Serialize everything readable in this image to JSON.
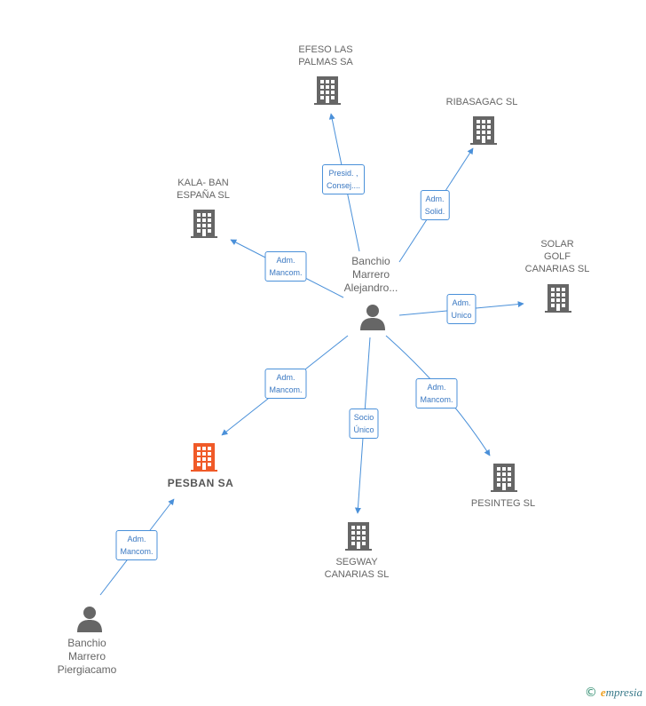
{
  "nodes": {
    "efeso": {
      "lines": [
        "EFESO LAS",
        "PALMAS SA"
      ],
      "type": "company"
    },
    "ribasagac": {
      "lines": [
        "RIBASAGAC SL"
      ],
      "type": "company"
    },
    "kalaban": {
      "lines": [
        "KALA- BAN",
        "ESPAÑA  SL"
      ],
      "type": "company"
    },
    "solar": {
      "lines": [
        "SOLAR",
        "GOLF",
        "CANARIAS  SL"
      ],
      "type": "company"
    },
    "pesban": {
      "lines": [
        "PESBAN SA"
      ],
      "type": "company-main"
    },
    "pesinteg": {
      "lines": [
        "PESINTEG SL"
      ],
      "type": "company"
    },
    "segway": {
      "lines": [
        "SEGWAY",
        "CANARIAS SL"
      ],
      "type": "company"
    },
    "alejandro": {
      "lines": [
        "Banchio",
        "Marrero",
        "Alejandro..."
      ],
      "type": "person"
    },
    "piergiacamo": {
      "lines": [
        "Banchio",
        "Marrero",
        "Piergiacamo"
      ],
      "type": "person"
    }
  },
  "edges": [
    {
      "id": "e1",
      "lines": [
        "Presid. ,",
        "Consej...."
      ]
    },
    {
      "id": "e2",
      "lines": [
        "Adm.",
        "Solid."
      ]
    },
    {
      "id": "e3",
      "lines": [
        "Adm.",
        "Mancom."
      ]
    },
    {
      "id": "e4",
      "lines": [
        "Adm.",
        "Unico"
      ]
    },
    {
      "id": "e5",
      "lines": [
        "Adm.",
        "Mancom."
      ]
    },
    {
      "id": "e6",
      "lines": [
        "Socio",
        "Único"
      ]
    },
    {
      "id": "e7",
      "lines": [
        "Adm.",
        "Mancom."
      ]
    },
    {
      "id": "e8",
      "lines": [
        "Adm.",
        "Mancom."
      ]
    }
  ],
  "colors": {
    "edge": "#4a90d9",
    "icon": "#666666",
    "main": "#f05a28"
  },
  "brand": {
    "copyright": "©",
    "name_initial": "e",
    "name_rest": "mpresia"
  }
}
